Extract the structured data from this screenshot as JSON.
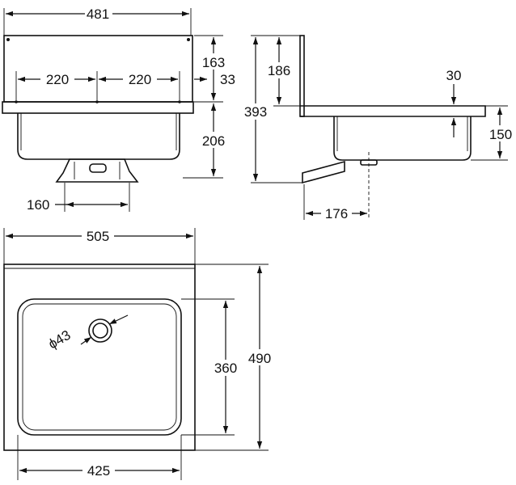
{
  "front_view": {
    "dim_width": "481",
    "dim_hole_left": "220",
    "dim_hole_right": "220",
    "dim_upstand_height": "163",
    "dim_shelf_thickness": "33",
    "dim_bowl_depth": "206",
    "dim_bracket_width": "160"
  },
  "side_view": {
    "dim_upstand": "186",
    "dim_total_height": "393",
    "dim_rim": "30",
    "dim_bowl_height": "150",
    "dim_projection": "176"
  },
  "top_view": {
    "dim_outer_width": "505",
    "dim_outer_depth": "490",
    "dim_bowl_depth": "360",
    "dim_bowl_width": "425",
    "dim_drain": "ϕ43"
  },
  "colors": {
    "line": "#111111",
    "background": "#ffffff"
  }
}
